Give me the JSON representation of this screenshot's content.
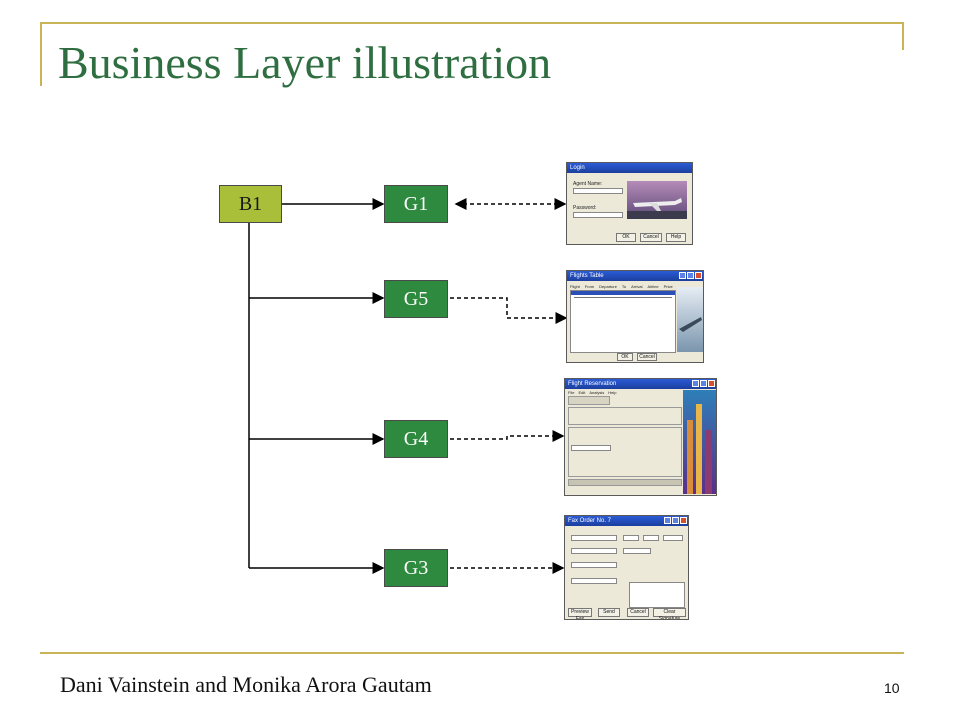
{
  "title": "Business Layer illustration",
  "footer": "Dani Vainstein and Monika Arora Gautam",
  "page_number": "10",
  "nodes": {
    "b1": "B1",
    "g1": "G1",
    "g5": "G5",
    "g4": "G4",
    "g3": "G3"
  },
  "screens": {
    "login": {
      "title": "Login",
      "agent_name_label": "Agent Name:",
      "password_label": "Password:",
      "ok": "OK",
      "cancel": "Cancel",
      "help": "Help"
    },
    "flights_table": {
      "title": "Flights Table",
      "columns": [
        "Flight",
        "From",
        "Departure",
        "To",
        "Arrival",
        "Airline",
        "Price"
      ],
      "ok": "OK",
      "cancel": "Cancel"
    },
    "flight_reservation": {
      "title": "Flight Reservation",
      "menu": [
        "File",
        "Edit",
        "Analysis",
        "Help"
      ]
    },
    "fax_order": {
      "title": "Fax Order No. 7",
      "buttons": [
        "Preview Fax",
        "Send",
        "Cancel",
        "Clear Signature"
      ]
    }
  },
  "colors": {
    "frame": "#c9b458",
    "title": "#2e6e40",
    "b_node": "#a9bf3a",
    "g_node": "#2e8a3e"
  }
}
